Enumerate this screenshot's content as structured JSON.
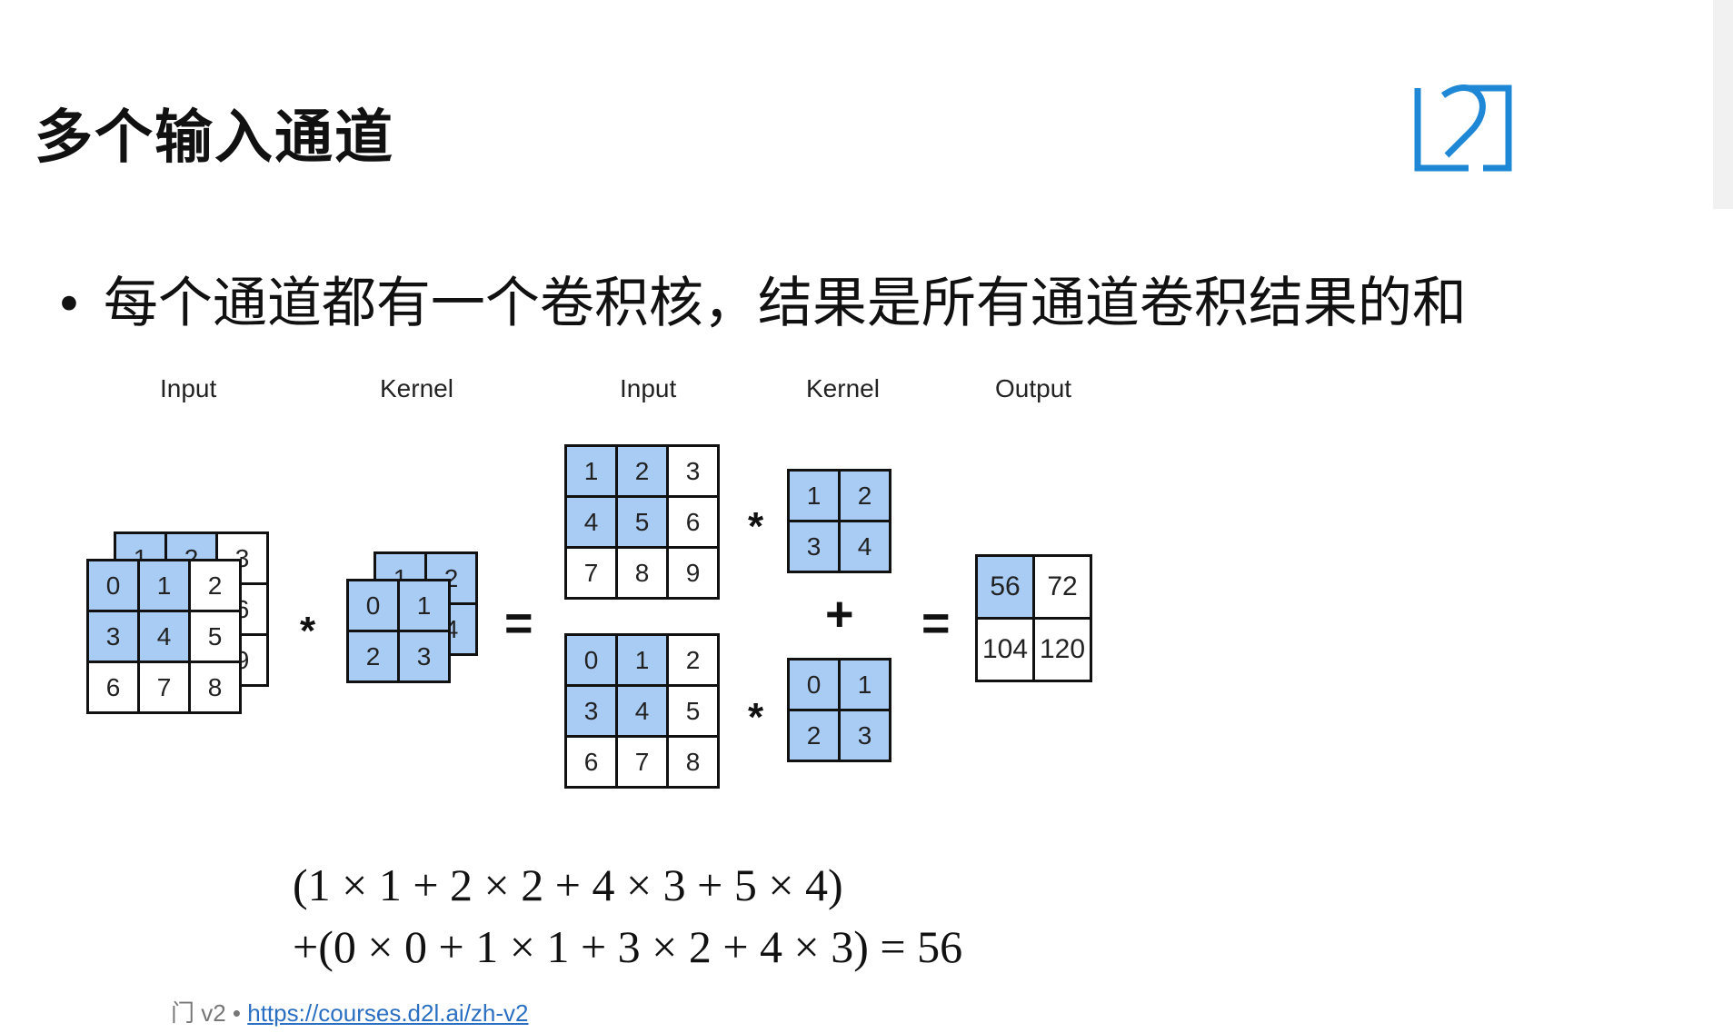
{
  "slide": {
    "title": "多个输入通道",
    "bullet": "每个通道都有一个卷积核，结果是所有通道卷积结果的和"
  },
  "diagram": {
    "headers": [
      "Input",
      "Kernel",
      "Input",
      "Kernel",
      "Output"
    ],
    "operators": {
      "conv": "*",
      "equals": "=",
      "plus": "+"
    },
    "input_channel_0": [
      [
        "0",
        "1",
        "2"
      ],
      [
        "3",
        "4",
        "5"
      ],
      [
        "6",
        "7",
        "8"
      ]
    ],
    "input_channel_1": [
      [
        "1",
        "2",
        "3"
      ],
      [
        "4",
        "5",
        "6"
      ],
      [
        "7",
        "8",
        "9"
      ]
    ],
    "kernel_channel_0": [
      [
        "0",
        "1"
      ],
      [
        "2",
        "3"
      ]
    ],
    "kernel_channel_1": [
      [
        "1",
        "2"
      ],
      [
        "3",
        "4"
      ]
    ],
    "output": [
      [
        "56",
        "72"
      ],
      [
        "104",
        "120"
      ]
    ],
    "highlight_color": "#a9ccf5"
  },
  "formula": {
    "line1": "(1 × 1 + 2 × 2 + 4 × 3 + 5 × 4)",
    "line2": "+(0 × 0 + 1 × 1 + 3 × 2 + 4 × 3) = 56"
  },
  "footer": {
    "prefix": "门 v2 •",
    "link": "https://courses.d2l.ai/zh-v2"
  },
  "logo": {
    "icon": "d2l-logo-icon",
    "color": "#1e88d6"
  }
}
